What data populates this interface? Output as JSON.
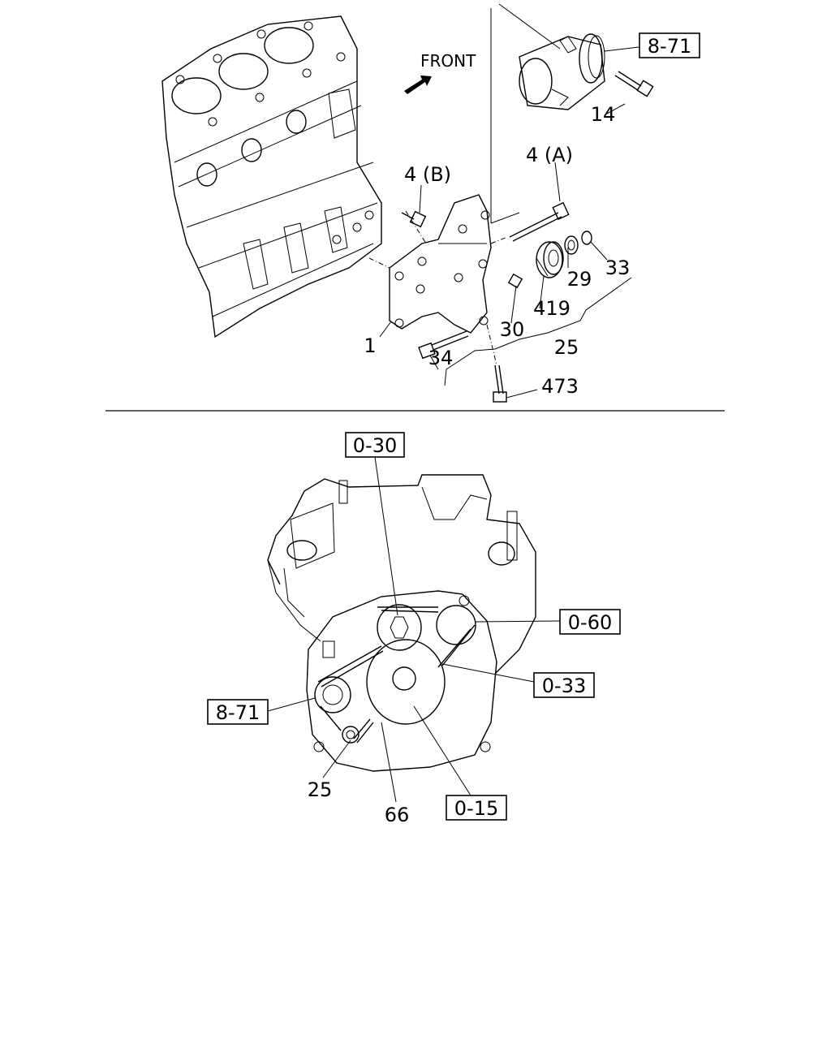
{
  "top": {
    "front": "FRONT",
    "callouts": {
      "ref_compressor": "8-71",
      "c14": "14",
      "c4a": "4 (A)",
      "c4b": "4 (B)",
      "c33": "33",
      "c29": "29",
      "c419": "419",
      "c30": "30",
      "c25": "25",
      "c1": "1",
      "c34": "34",
      "c473": "473"
    }
  },
  "bottom": {
    "callouts": {
      "ref_030": "0-30",
      "ref_060": "0-60",
      "ref_033": "0-33",
      "ref_871": "8-71",
      "ref_015": "0-15",
      "c25": "25",
      "c66": "66"
    }
  }
}
